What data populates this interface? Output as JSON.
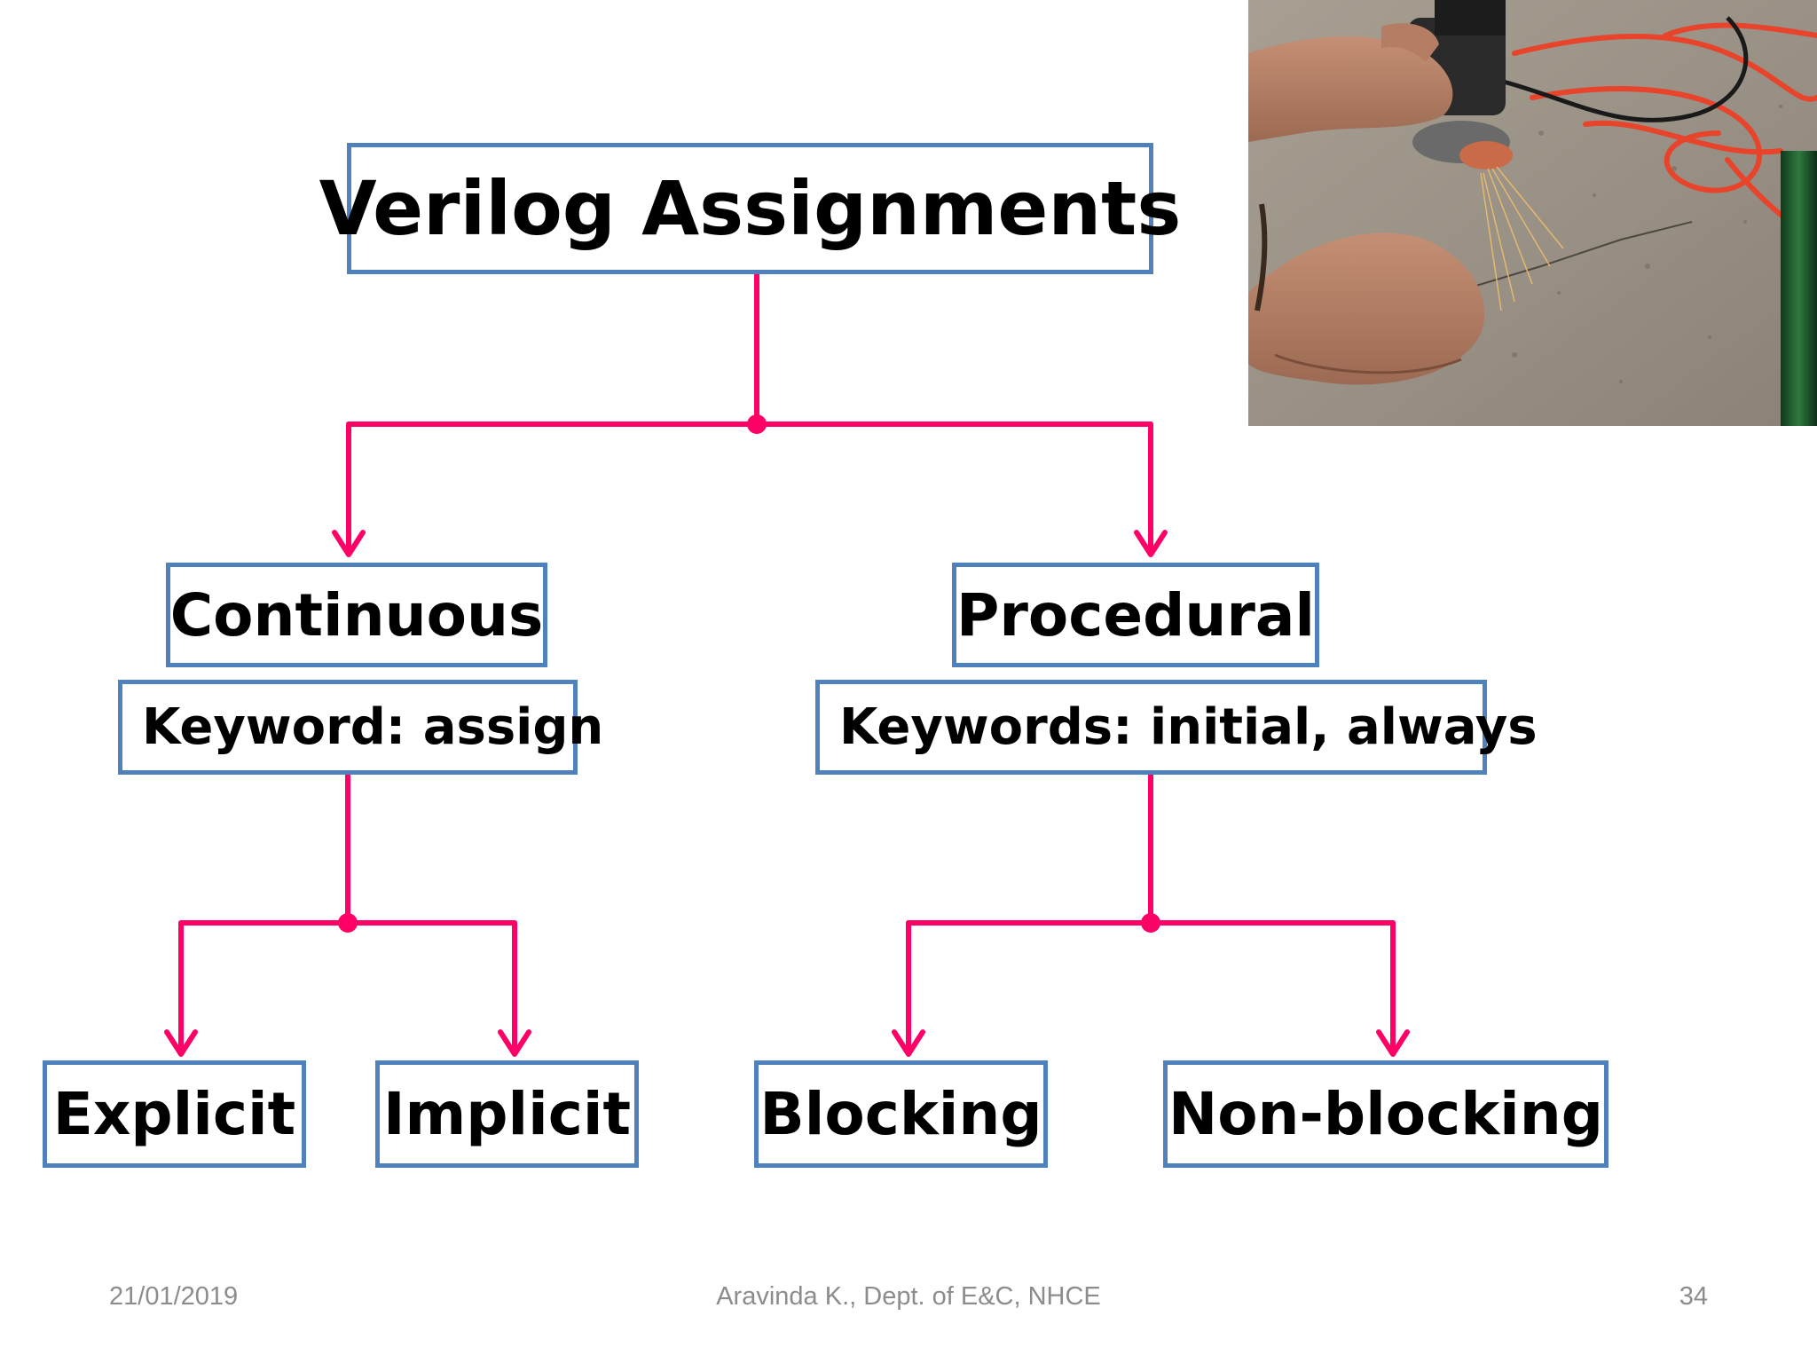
{
  "diagram": {
    "root": {
      "label": "Verilog Assignments"
    },
    "continuous": {
      "label": "Continuous",
      "keyword_label": "Keyword: assign",
      "children": [
        "Explicit",
        "Implicit"
      ]
    },
    "procedural": {
      "label": "Procedural",
      "keyword_label": "Keywords: initial, always",
      "children": [
        "Blocking",
        "Non-blocking"
      ]
    },
    "colors": {
      "box_border": "#4f81bd",
      "connector": "#ff0066",
      "text": "#000000"
    }
  },
  "photo": {
    "icon": "angle-grinder-photo"
  },
  "footer": {
    "date": "21/01/2019",
    "author": "Aravinda K., Dept. of E&C, NHCE",
    "page": "34"
  }
}
